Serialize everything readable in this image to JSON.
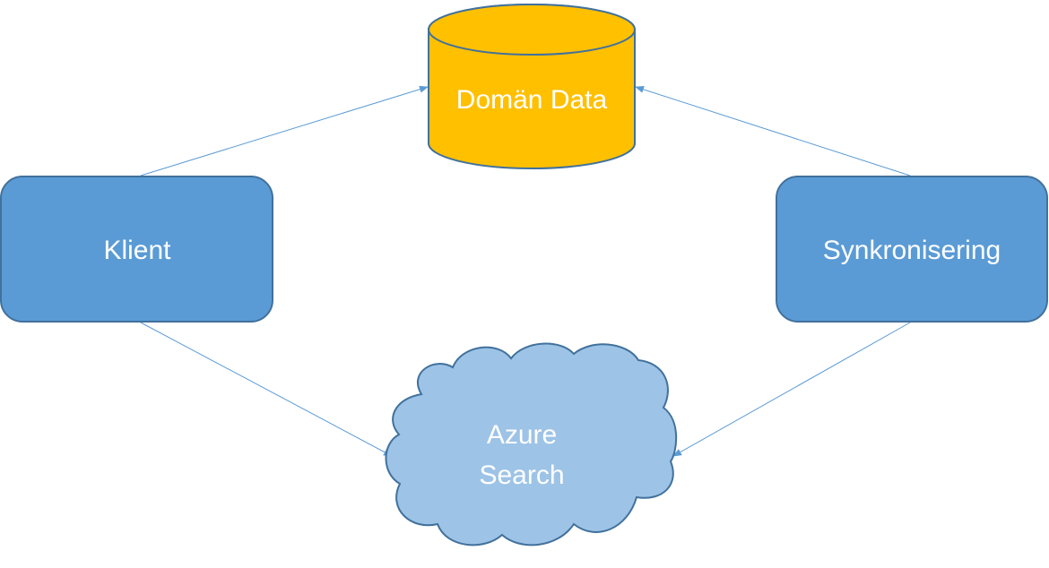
{
  "nodes": {
    "domain_data": {
      "label": "Domän Data",
      "shape": "cylinder",
      "color": "#FFC000"
    },
    "klient": {
      "label": "Klient",
      "shape": "rounded-rectangle",
      "color": "#5B9BD5"
    },
    "synkronisering": {
      "label": "Synkronisering",
      "shape": "rounded-rectangle",
      "color": "#5B9BD5"
    },
    "azure_search": {
      "label_line1": "Azure",
      "label_line2": "Search",
      "shape": "cloud",
      "color": "#9DC3E6"
    }
  },
  "edges": [
    {
      "from": "Klient",
      "to": "Domän Data"
    },
    {
      "from": "Synkronisering",
      "to": "Domän Data"
    },
    {
      "from": "Klient",
      "to": "Azure Search"
    },
    {
      "from": "Synkronisering",
      "to": "Azure Search"
    }
  ],
  "colors": {
    "connector": "#5B9BD5",
    "node_border": "#41719C",
    "cylinder_border": "#41719C",
    "text": "#FFFFFF"
  }
}
